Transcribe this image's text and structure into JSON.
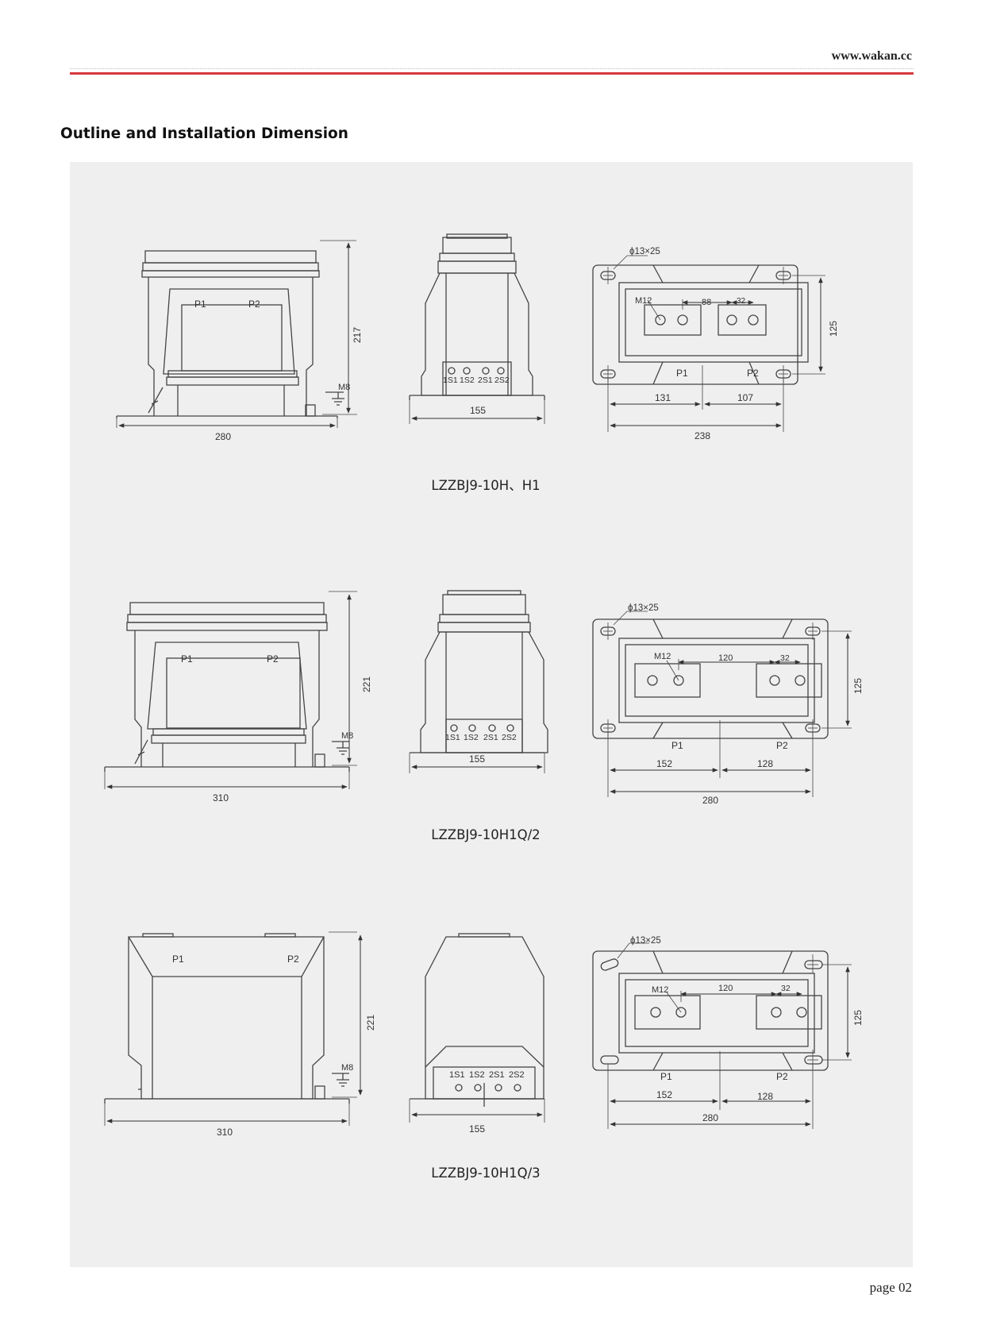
{
  "header": {
    "url": "www.wakan.cc"
  },
  "section_title": "Outline and Installation Dimension",
  "drawings": [
    {
      "model": "LZZBJ9-10H、H1",
      "front": {
        "width": "280",
        "height": "217",
        "bolt": "M8",
        "p1": "P1",
        "p2": "P2"
      },
      "side": {
        "width": "155",
        "terminals": [
          "1S1",
          "1S2",
          "2S1",
          "2S2"
        ]
      },
      "plan": {
        "slot": "ϕ13×25",
        "thread": "M12",
        "primary_spacing": "88",
        "terminal_spacing": "32",
        "depth": "125",
        "left_offset": "131",
        "right_offset": "107",
        "overall": "238",
        "p1": "P1",
        "p2": "P2"
      }
    },
    {
      "model": "LZZBJ9-10H1Q/2",
      "front": {
        "width": "310",
        "height": "221",
        "bolt": "M8",
        "p1": "P1",
        "p2": "P2"
      },
      "side": {
        "width": "155",
        "terminals": [
          "1S1",
          "1S2",
          "2S1",
          "2S2"
        ]
      },
      "plan": {
        "slot": "ϕ13×25",
        "thread": "M12",
        "primary_spacing": "120",
        "terminal_spacing": "32",
        "depth": "125",
        "left_offset": "152",
        "right_offset": "128",
        "overall": "280",
        "p1": "P1",
        "p2": "P2"
      }
    },
    {
      "model": "LZZBJ9-10H1Q/3",
      "front": {
        "width": "310",
        "height": "221",
        "bolt": "M8",
        "p1": "P1",
        "p2": "P2"
      },
      "side": {
        "width": "155",
        "terminals": [
          "1S1",
          "1S2",
          "2S1",
          "2S2"
        ]
      },
      "plan": {
        "slot": "ϕ13×25",
        "thread": "M12",
        "primary_spacing": "120",
        "terminal_spacing": "32",
        "depth": "125",
        "left_offset": "152",
        "right_offset": "128",
        "overall": "280",
        "p1": "P1",
        "p2": "P2"
      }
    }
  ],
  "footer": {
    "page": "page 02"
  }
}
